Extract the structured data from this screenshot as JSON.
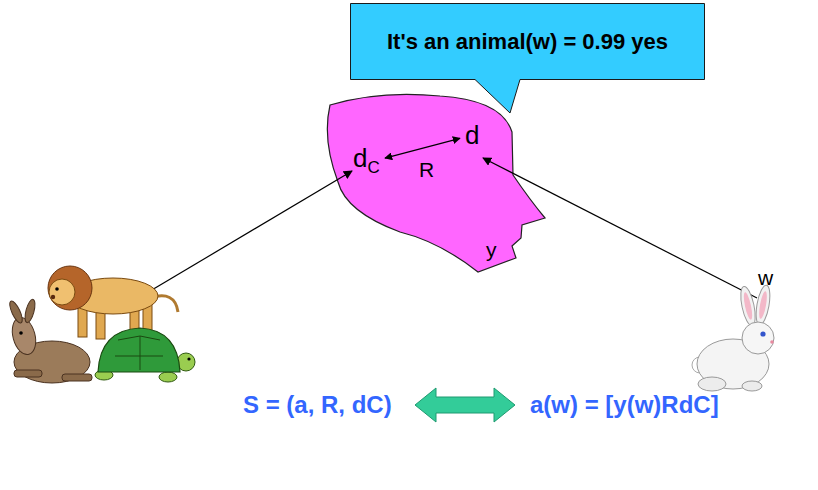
{
  "diagram": {
    "nodes": [
      {
        "text": [
          "It's an animal(w) = 0.99 yes"
        ]
      },
      {
        "text": [
          "dC"
        ]
      },
      {
        "text": [
          "d"
        ]
      }
    ],
    "edges": [
      {
        "from": 1,
        "to": 2,
        "label": "R",
        "arrow": "both"
      }
    ],
    "labels": [
      "y",
      "w",
      "S = (a, R, dC)",
      "a(w) = [y(w)RdC]"
    ]
  }
}
